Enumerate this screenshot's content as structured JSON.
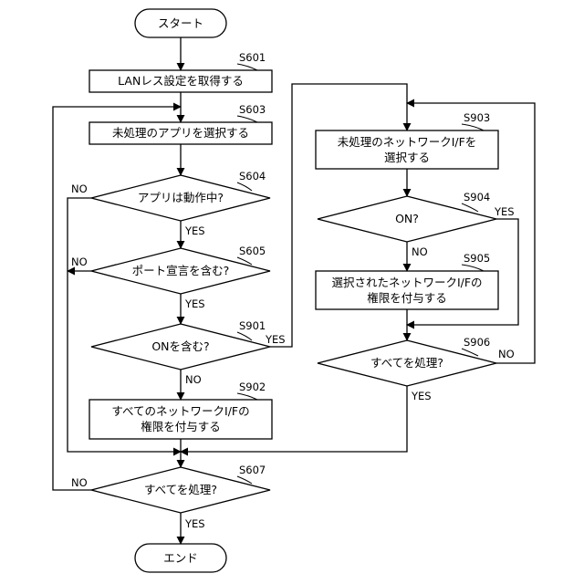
{
  "nodes": {
    "start": "スタート",
    "s601": "LANレス設定を取得する",
    "s603": "未処理のアプリを選択する",
    "s604": "アプリは動作中?",
    "s605": "ポート宣言を含む?",
    "s901": "ONを含む?",
    "s902_line1": "すべてのネットワークI/Fの",
    "s902_line2": "権限を付与する",
    "s607": "すべてを処理?",
    "end": "エンド",
    "s903_line1": "未処理のネットワークI/Fを",
    "s903_line2": "選択する",
    "s904": "ON?",
    "s905_line1": "選択されたネットワークI/Fの",
    "s905_line2": "権限を付与する",
    "s906": "すべてを処理?"
  },
  "steps": {
    "s601": "S601",
    "s603": "S603",
    "s604": "S604",
    "s605": "S605",
    "s901": "S901",
    "s902": "S902",
    "s607": "S607",
    "s903": "S903",
    "s904": "S904",
    "s905": "S905",
    "s906": "S906"
  },
  "branches": {
    "yes": "YES",
    "no": "NO"
  }
}
